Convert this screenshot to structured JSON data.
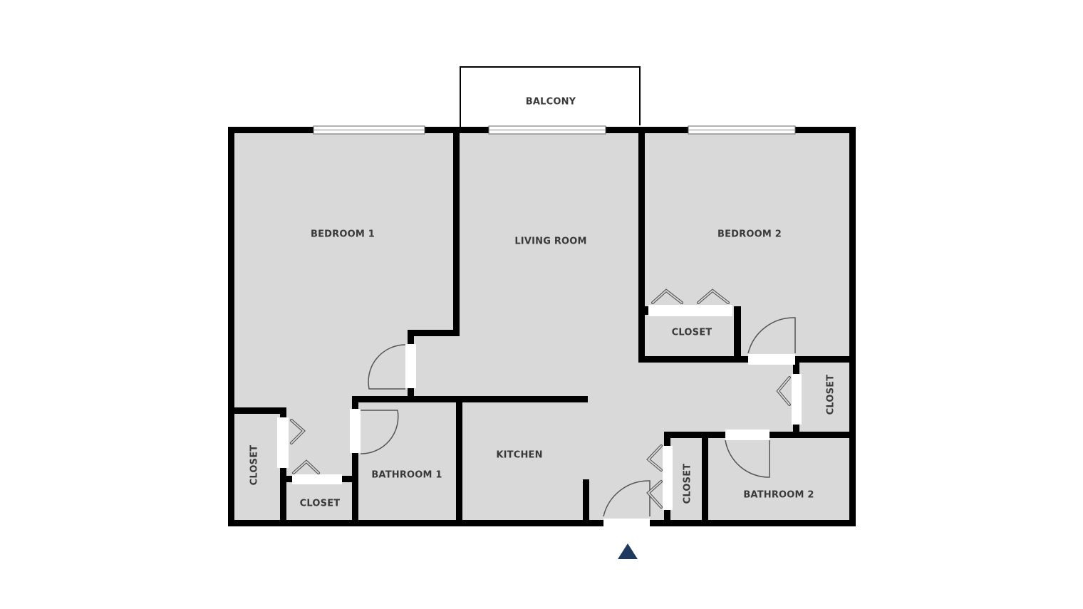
{
  "floorplan": {
    "rooms": {
      "balcony": "BALCONY",
      "bedroom1": "BEDROOM 1",
      "living_room": "LIVING ROOM",
      "bedroom2": "BEDROOM 2",
      "closet_bedroom2": "CLOSET",
      "closet_hall_right": "CLOSET",
      "closet_left_vertical": "CLOSET",
      "closet_left_small": "CLOSET",
      "bathroom1": "BATHROOM 1",
      "kitchen": "KITCHEN",
      "closet_entry": "CLOSET",
      "bathroom2": "BATHROOM 2"
    },
    "colors": {
      "wall": "#000000",
      "floor": "#d9d9d9",
      "entry_marker": "#1f3a5f"
    }
  }
}
